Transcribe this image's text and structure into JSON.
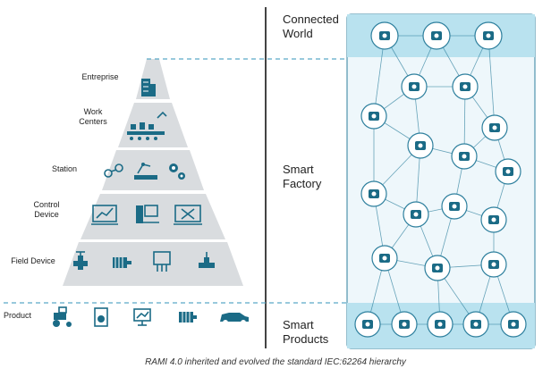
{
  "pyramid_levels": [
    {
      "label": "Entreprise",
      "icons": [
        "office-building-icon"
      ]
    },
    {
      "label": "Work\nCenters",
      "icons": [
        "assembly-line-icon"
      ]
    },
    {
      "label": "Station",
      "icons": [
        "cog-chain-icon",
        "robot-arm-conveyor-icon",
        "gears-icon"
      ]
    },
    {
      "label": "Control\nDevice",
      "icons": [
        "line-chart-monitor-icon",
        "pc-tower-icon",
        "tools-monitor-icon"
      ]
    },
    {
      "label": "Field Device",
      "icons": [
        "valve-icon",
        "motor-icon",
        "sensor-module-icon",
        "pipe-valve-icon"
      ]
    }
  ],
  "product": {
    "label": "Product",
    "icons": [
      "tractor-icon",
      "washing-machine-icon",
      "monitor-icon",
      "motor-icon",
      "car-icon"
    ]
  },
  "right_labels": {
    "connected_world": "Connected\nWorld",
    "smart_factory": "Smart\nFactory",
    "smart_products": "Smart\nProducts"
  },
  "network": {
    "top_icons": [
      "cloud-tree-icon",
      "globe-icon",
      "cloud-computer-icon"
    ],
    "factory_icons": [
      "office-building-icon",
      "factory-icon",
      "robot-arm-icon",
      "assembly-line-icon",
      "power-plant-icon",
      "robot-arm-conveyor-icon",
      "gear-icon",
      "wrench-icon",
      "tools-monitor-icon",
      "control-panel-icon",
      "presenter-icon",
      "line-chart-monitor-icon",
      "motor-icon",
      "sensor-module-icon",
      "pipe-valve-icon"
    ],
    "product_icons": [
      "tractor-icon",
      "washing-machine-icon",
      "monitor-icon",
      "motor-icon",
      "car-icon"
    ]
  },
  "caption": "RAMI 4.0 inherited and evolved the standard IEC:62264 hierarchy",
  "colors": {
    "pyramid_fill": "#d9dcdf",
    "icon": "#1b6b86",
    "dashed_line": "#5aa9c6",
    "band_fill": "#b9e2ef",
    "network_fill": "#eef7fb",
    "node_stroke": "#2d7f9d",
    "link": "#2d7f9d",
    "divider": "#444444"
  }
}
